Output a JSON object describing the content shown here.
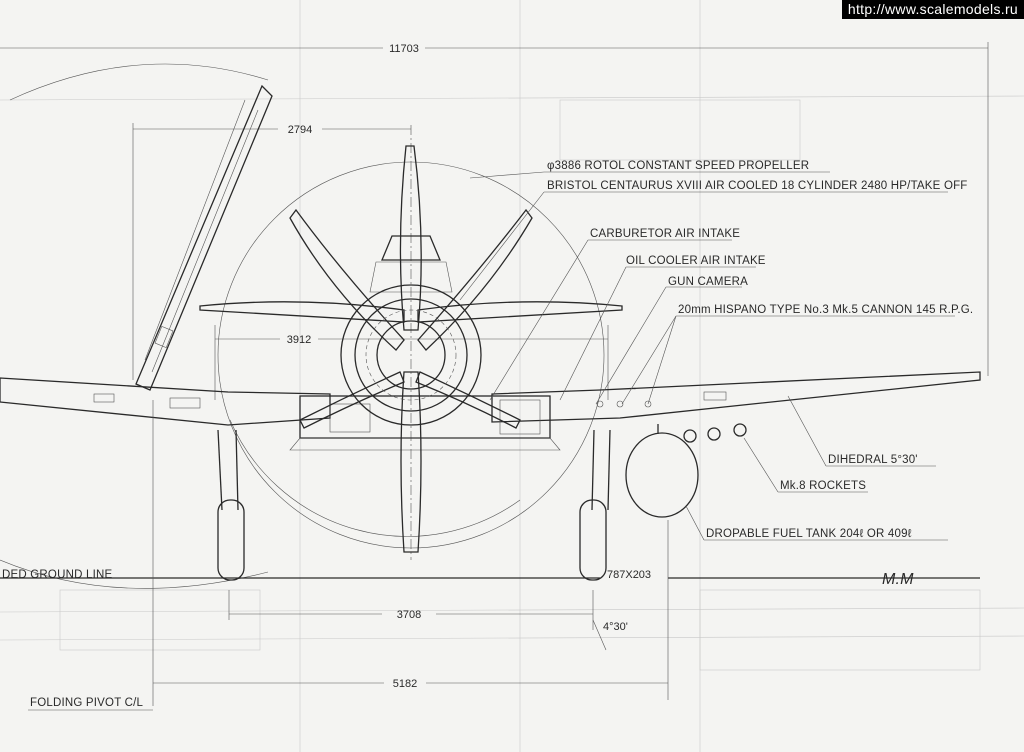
{
  "watermark": "http://www.scalemodels.ru",
  "dimensions": {
    "span": "11703",
    "folded_width": "2794",
    "inner_wing": "3912",
    "track": "3708",
    "pivot_spacing": "5182",
    "tyre": "787X203",
    "wheel_angle": "4°30'"
  },
  "callouts": {
    "propeller": "φ3886  ROTOL CONSTANT SPEED PROPELLER",
    "engine": "BRISTOL CENTAURUS XVIII AIR COOLED 18 CYLINDER 2480 HP/TAKE OFF",
    "carburetor": "CARBURETOR AIR INTAKE",
    "oil_cooler": "OIL COOLER AIR INTAKE",
    "gun_camera": "GUN CAMERA",
    "cannon": "20mm HISPANO TYPE No.3 Mk.5 CANNON  145 R.P.G.",
    "dihedral": "DIHEDRAL  5°30'",
    "rockets": "Mk.8 ROCKETS",
    "fuel_tank": "DROPABLE FUEL TANK  204ℓ OR 409ℓ",
    "ground_line": "DED GROUND LINE",
    "folding_pivot": "FOLDING PIVOT C/L",
    "signature": "M.M"
  }
}
